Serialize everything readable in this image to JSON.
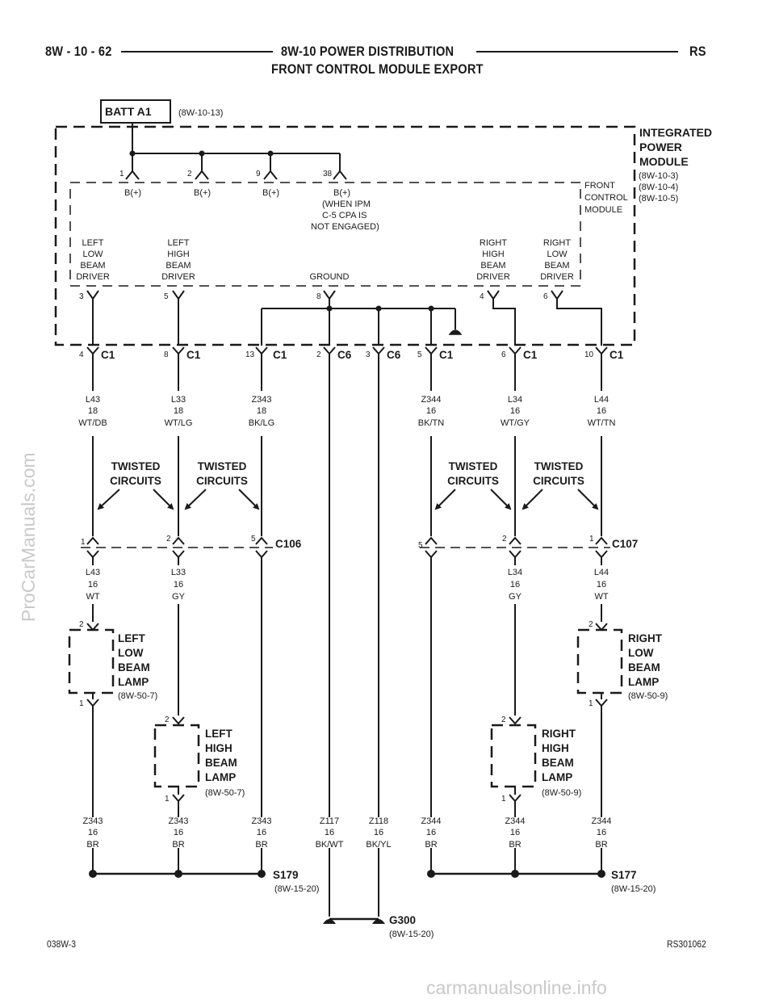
{
  "header": {
    "page_code": "8W - 10 - 62",
    "title": "8W-10 POWER DISTRIBUTION",
    "subtitle": "FRONT CONTROL MODULE EXPORT",
    "badge": "RS"
  },
  "footer": {
    "left": "038W-3",
    "right": "RS301062"
  },
  "watermark": {
    "side": "ProCarManuals.com",
    "bottom": "carmanualsonline.info"
  },
  "batt": {
    "label": "BATT A1",
    "ref": "(8W-10-13)"
  },
  "ipm": {
    "lines": [
      "INTEGRATED",
      "POWER",
      "MODULE"
    ],
    "refs": [
      "(8W-10-3)",
      "(8W-10-4)",
      "(8W-10-5)"
    ]
  },
  "fcm": {
    "lines": [
      "FRONT",
      "CONTROL",
      "MODULE"
    ]
  },
  "bplus": {
    "pins": [
      "1",
      "2",
      "9",
      "38"
    ],
    "labels": [
      "B(+)",
      "B(+)",
      "B(+)",
      "B(+)"
    ],
    "note": [
      "(WHEN IPM",
      "C-5 CPA IS",
      "NOT ENGAGED)"
    ]
  },
  "drivers": [
    {
      "lines": [
        "LEFT",
        "LOW",
        "BEAM",
        "DRIVER"
      ],
      "pin": "3"
    },
    {
      "lines": [
        "LEFT",
        "HIGH",
        "BEAM",
        "DRIVER"
      ],
      "pin": "5"
    },
    {
      "lines": [
        "GROUND"
      ],
      "pin": "8"
    },
    {
      "lines": [
        "RIGHT",
        "HIGH",
        "BEAM",
        "DRIVER"
      ],
      "pin": "4"
    },
    {
      "lines": [
        "RIGHT",
        "LOW",
        "BEAM",
        "DRIVER"
      ],
      "pin": "6"
    }
  ],
  "connectors": [
    {
      "pin": "4",
      "name": "C1"
    },
    {
      "pin": "8",
      "name": "C1"
    },
    {
      "pin": "13",
      "name": "C1"
    },
    {
      "pin": "2",
      "name": "C6"
    },
    {
      "pin": "3",
      "name": "C6"
    },
    {
      "pin": "5",
      "name": "C1"
    },
    {
      "pin": "6",
      "name": "C1"
    },
    {
      "pin": "10",
      "name": "C1"
    }
  ],
  "wires_upper": [
    [
      "L43",
      "18",
      "WT/DB"
    ],
    [
      "L33",
      "18",
      "WT/LG"
    ],
    [
      "Z343",
      "18",
      "BK/LG"
    ],
    [
      "Z344",
      "16",
      "BK/TN"
    ],
    [
      "L34",
      "16",
      "WT/GY"
    ],
    [
      "L44",
      "16",
      "WT/TN"
    ]
  ],
  "twisted": [
    "TWISTED",
    "CIRCUITS"
  ],
  "inline": {
    "c106": {
      "name": "C106",
      "pins": [
        "1",
        "2",
        "5"
      ]
    },
    "c107": {
      "name": "C107",
      "pins": [
        "5",
        "2",
        "1"
      ]
    }
  },
  "wires_mid": [
    [
      "L43",
      "16",
      "WT"
    ],
    [
      "L33",
      "16",
      "GY"
    ],
    [
      "L34",
      "16",
      "GY"
    ],
    [
      "L44",
      "16",
      "WT"
    ]
  ],
  "lamps": [
    {
      "lines": [
        "LEFT",
        "LOW",
        "BEAM",
        "LAMP"
      ],
      "ref": "(8W-50-7)",
      "pins": [
        "2",
        "1"
      ]
    },
    {
      "lines": [
        "LEFT",
        "HIGH",
        "BEAM",
        "LAMP"
      ],
      "ref": "(8W-50-7)",
      "pins": [
        "2",
        "1"
      ]
    },
    {
      "lines": [
        "RIGHT",
        "HIGH",
        "BEAM",
        "LAMP"
      ],
      "ref": "(8W-50-9)",
      "pins": [
        "2",
        "1"
      ]
    },
    {
      "lines": [
        "RIGHT",
        "LOW",
        "BEAM",
        "LAMP"
      ],
      "ref": "(8W-50-9)",
      "pins": [
        "2",
        "1"
      ]
    }
  ],
  "wires_lower": [
    [
      "Z343",
      "16",
      "BR"
    ],
    [
      "Z343",
      "16",
      "BR"
    ],
    [
      "Z343",
      "16",
      "BR"
    ],
    [
      "Z117",
      "16",
      "BK/WT"
    ],
    [
      "Z118",
      "16",
      "BK/YL"
    ],
    [
      "Z344",
      "16",
      "BR"
    ],
    [
      "Z344",
      "16",
      "BR"
    ],
    [
      "Z344",
      "16",
      "BR"
    ]
  ],
  "splices": [
    {
      "name": "S179",
      "ref": "(8W-15-20)"
    },
    {
      "name": "S177",
      "ref": "(8W-15-20)"
    }
  ],
  "ground": {
    "name": "G300",
    "ref": "(8W-15-20)"
  }
}
